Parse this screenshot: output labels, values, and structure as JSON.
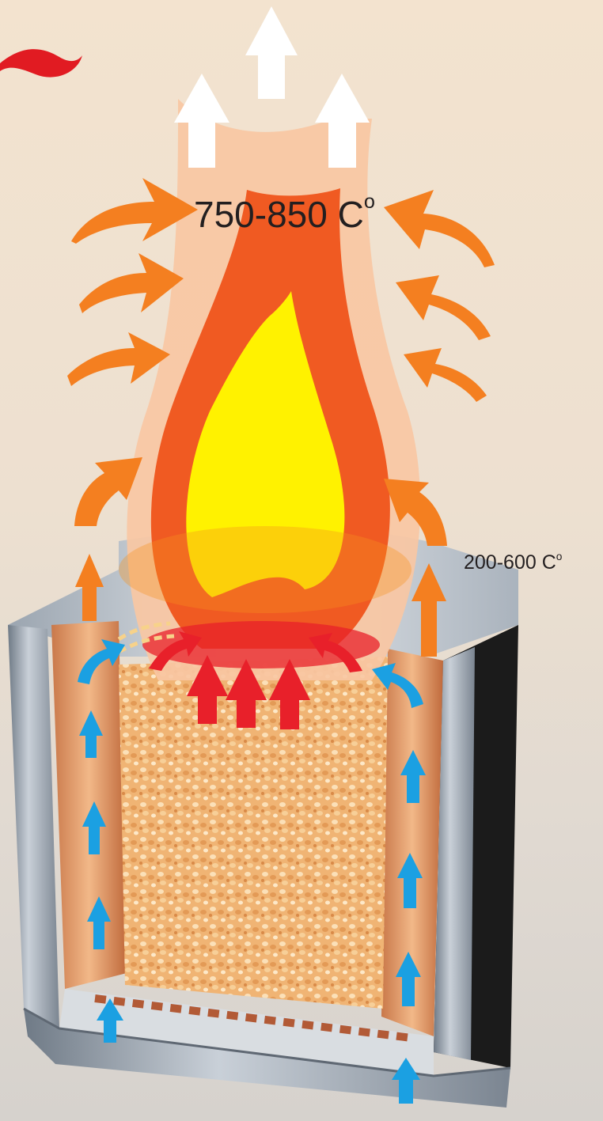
{
  "labels": {
    "flame_temp_value": "750-850 C",
    "flame_temp_super": "o",
    "wall_temp_value": "200-600 C",
    "wall_temp_super": "o"
  },
  "colors": {
    "background_top": "#f3e3cf",
    "background_bottom": "#d6d2cd",
    "flame_outer": "#f8c7a3",
    "flame_mid": "#f05a22",
    "flame_core": "#fff200",
    "heat_arrow": "#f47f20",
    "primary_air_arrow": "#e8202a",
    "air_inlet_arrow": "#1ba0e2",
    "exhaust_arrow": "#ffffff",
    "fuel_pellets": "#f0b070",
    "steel": "#9aa3ad"
  },
  "icons": {
    "logo": "red-swoosh-logo",
    "exhaust": "white-up-arrow-icon",
    "heat": "orange-curved-arrow-icon",
    "primary_air": "red-up-arrow-icon",
    "inlet_air": "blue-up-arrow-icon"
  }
}
